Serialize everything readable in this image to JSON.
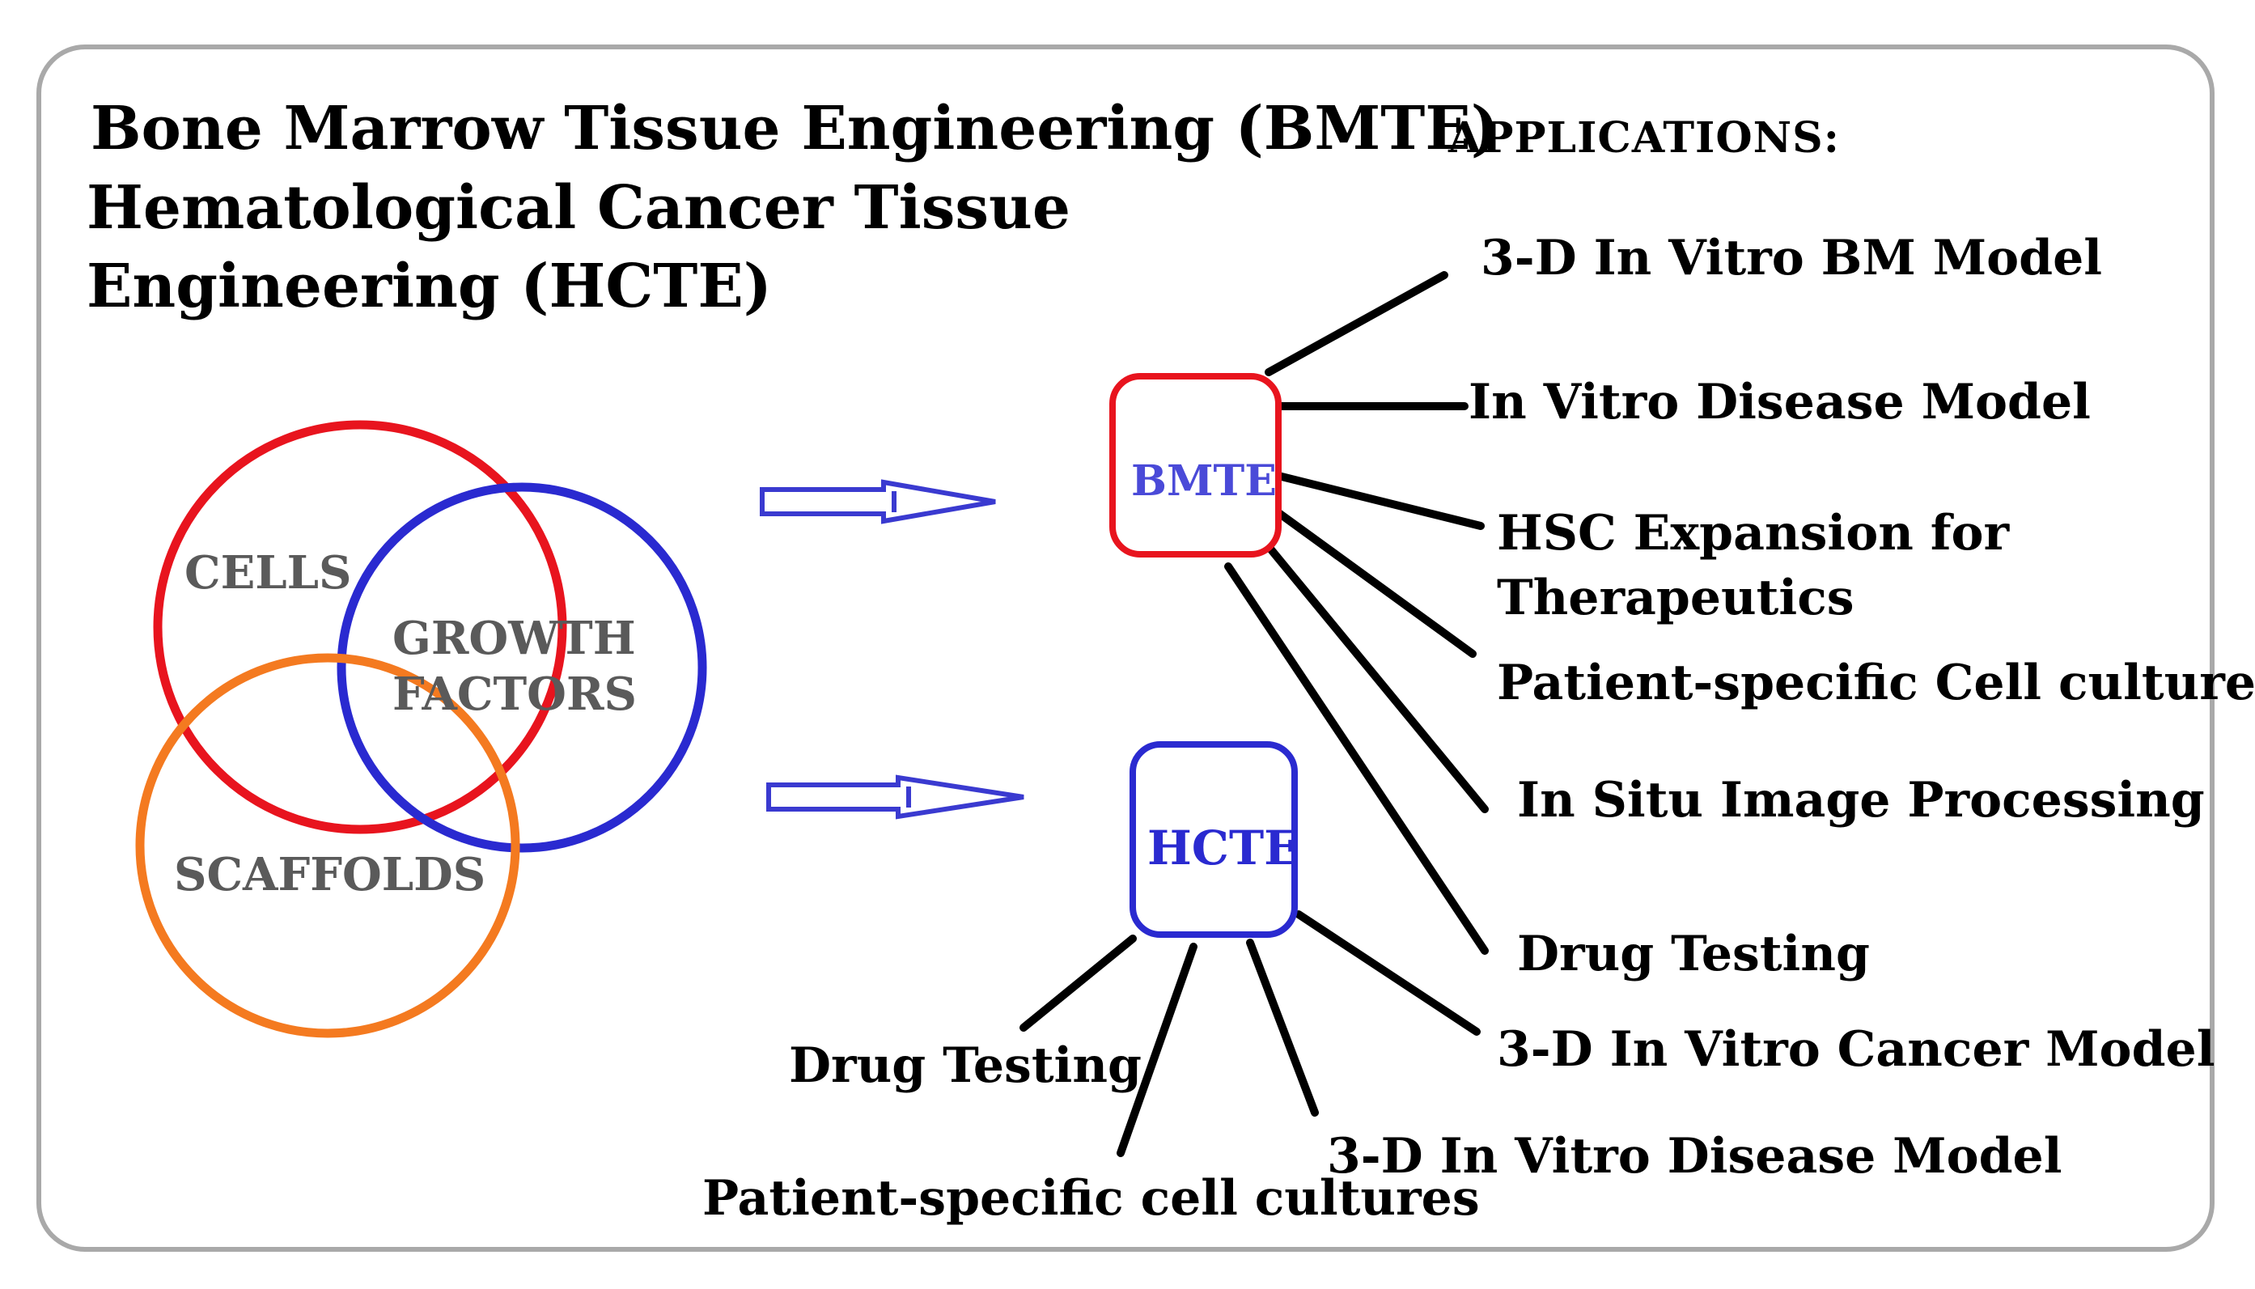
{
  "title": {
    "line1": "Bone Marrow Tissue Engineering (BMTE)",
    "line2": "Hematological Cancer Tissue",
    "line3": "Engineering (HCTE)"
  },
  "applications_heading": "APPLICATIONS:",
  "venn": {
    "cells": "CELLS",
    "growth_factors_line1": "GROWTH",
    "growth_factors_line2": "FACTORS",
    "scaffolds": "SCAFFOLDS"
  },
  "boxes": {
    "bmte": "BMTE",
    "hcte": "HCTE"
  },
  "bmte_applications": [
    "3-D In Vitro BM Model",
    "In Vitro Disease Model",
    "HSC Expansion for",
    "Therapeutics",
    "Patient-specific Cell culture",
    "In Situ Image Processing",
    "Drug Testing"
  ],
  "hcte_applications": [
    "3-D In Vitro Cancer Model",
    "3-D In Vitro Disease Model",
    "Drug Testing",
    "Patient-specific cell cultures"
  ],
  "colors": {
    "cells_circle": "#e8141e",
    "growth_factors_circle": "#2a2ad0",
    "scaffolds_circle": "#f47a20",
    "bmte_box": "#e8141e",
    "hcte_box": "#2a2ad0",
    "box_text": "#4a4ad8",
    "venn_text": "#5a5a5a",
    "arrow": "#3a3ad0",
    "frame": "#a9a9a9"
  }
}
